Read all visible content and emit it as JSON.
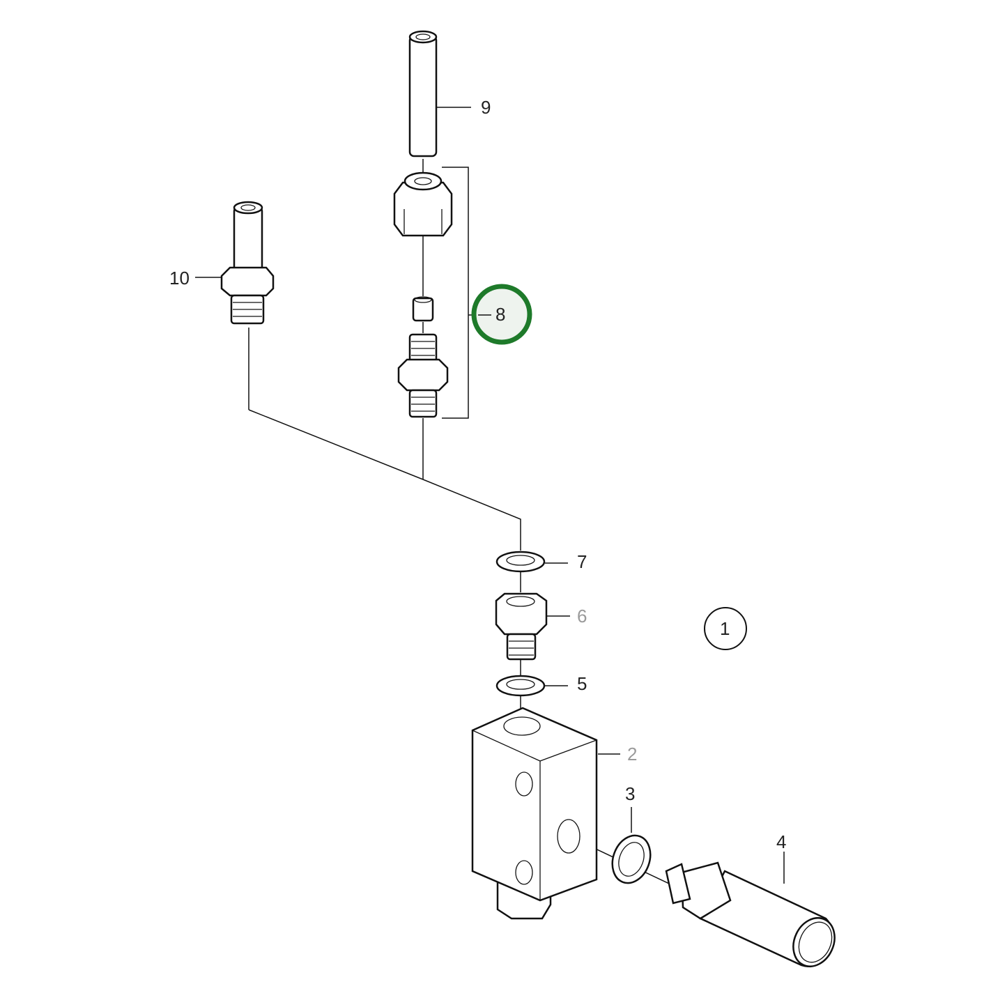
{
  "diagram": {
    "type": "exploded-parts-diagram",
    "assembly_reference": "1",
    "highlight_color": "#1e7a2a",
    "highlighted_callout": "8",
    "callouts": [
      {
        "id": "c1",
        "label": "1",
        "circled": true
      },
      {
        "id": "c2",
        "label": "2"
      },
      {
        "id": "c3",
        "label": "3"
      },
      {
        "id": "c4",
        "label": "4"
      },
      {
        "id": "c5",
        "label": "5"
      },
      {
        "id": "c6",
        "label": "6"
      },
      {
        "id": "c7",
        "label": "7"
      },
      {
        "id": "c8",
        "label": "8",
        "highlighted": true
      },
      {
        "id": "c9",
        "label": "9"
      },
      {
        "id": "c10",
        "label": "10"
      }
    ],
    "parts": [
      {
        "callout": "2",
        "name": "valve block"
      },
      {
        "callout": "3",
        "name": "sealing washer"
      },
      {
        "callout": "4",
        "name": "sensor / plug"
      },
      {
        "callout": "5",
        "name": "sealing washer"
      },
      {
        "callout": "6",
        "name": "adapter nipple"
      },
      {
        "callout": "7",
        "name": "sealing washer"
      },
      {
        "callout": "8",
        "name": "compression fitting kit"
      },
      {
        "callout": "9",
        "name": "pipe"
      },
      {
        "callout": "10",
        "name": "hose nipple"
      }
    ]
  }
}
